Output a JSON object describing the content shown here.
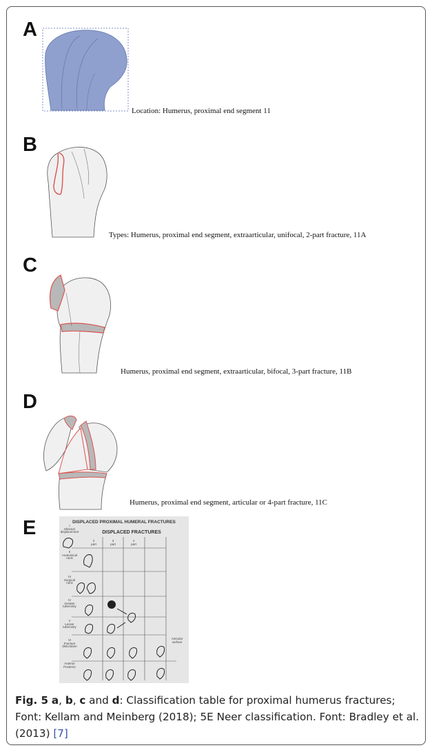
{
  "panels": [
    {
      "letter": "A",
      "caption": "Location: Humerus, proximal end segment 11"
    },
    {
      "letter": "B",
      "caption": "Types: Humerus, proximal end segment, extraarticular, unifocal, 2-part fracture, 11A"
    },
    {
      "letter": "C",
      "caption": "Humerus, proximal end segment, extraarticular, bifocal, 3-part fracture, 11B"
    },
    {
      "letter": "D",
      "caption": "Humerus, proximal end segment, articular or 4-part fracture, 11C"
    },
    {
      "letter": "E",
      "caption": ""
    }
  ],
  "neer_table": {
    "title": "DISPLACED PROXIMAL HUMERAL FRACTURES",
    "subtitle": "DISPLACED FRACTURES",
    "col_headers": [
      "2\npart",
      "3\npart",
      "4\npart"
    ],
    "row_labels": [
      "I\nMinimal\ndisplacement",
      "II\nAnatomical\nneck",
      "III\nSurgical\nneck",
      "IV\nGreater\ntuberosity",
      "V\nLesser\ntuberosity",
      "VI\nFracture\ndislocation",
      "Anterior\nPosterior"
    ],
    "side_label": "Articular\nsurface"
  },
  "figure_caption": {
    "label": "Fig. 5",
    "a": "a",
    "sep1": ", ",
    "b": "b",
    "sep2": ", ",
    "c": "c",
    "and": " and ",
    "d": "d",
    "text": ": Classification table for proximal humerus fractures; Font: Kellam and Meinberg (2018); 5E Neer classification. Font: Bradley et al. (2013) ",
    "ref": "[7]"
  },
  "colors": {
    "bone_blue": "#8fa0cf",
    "fracture_red": "#d9534f",
    "bone_gray": "#f0f0f0",
    "gap_gray": "#b8b8b8",
    "link_blue": "#3a52a8"
  }
}
